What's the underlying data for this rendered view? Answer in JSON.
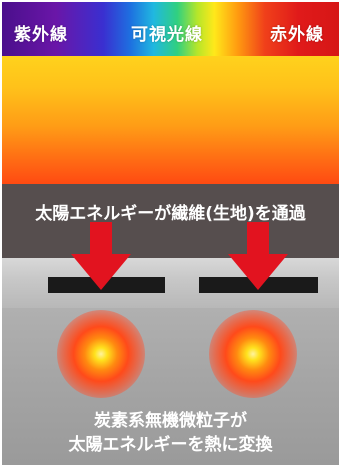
{
  "spectrum": {
    "uv_label": "紫外線",
    "visible_label": "可視光線",
    "ir_label": "赤外線"
  },
  "fabric": {
    "label": "太陽エネルギーが繊維(生地)を通過"
  },
  "particles": {
    "caption_line1": "炭素系無機微粒子が",
    "caption_line2": "太陽エネルギーを熱に変換"
  },
  "colors": {
    "arrow": "#e2131f",
    "fabric_band": "#564e4e",
    "slot": "#1a1a1a",
    "heat_top": "#ffd21c",
    "heat_bottom": "#ff4a12"
  },
  "icons": {
    "arrow": "down-arrow-icon",
    "glow": "heat-glow-icon"
  }
}
